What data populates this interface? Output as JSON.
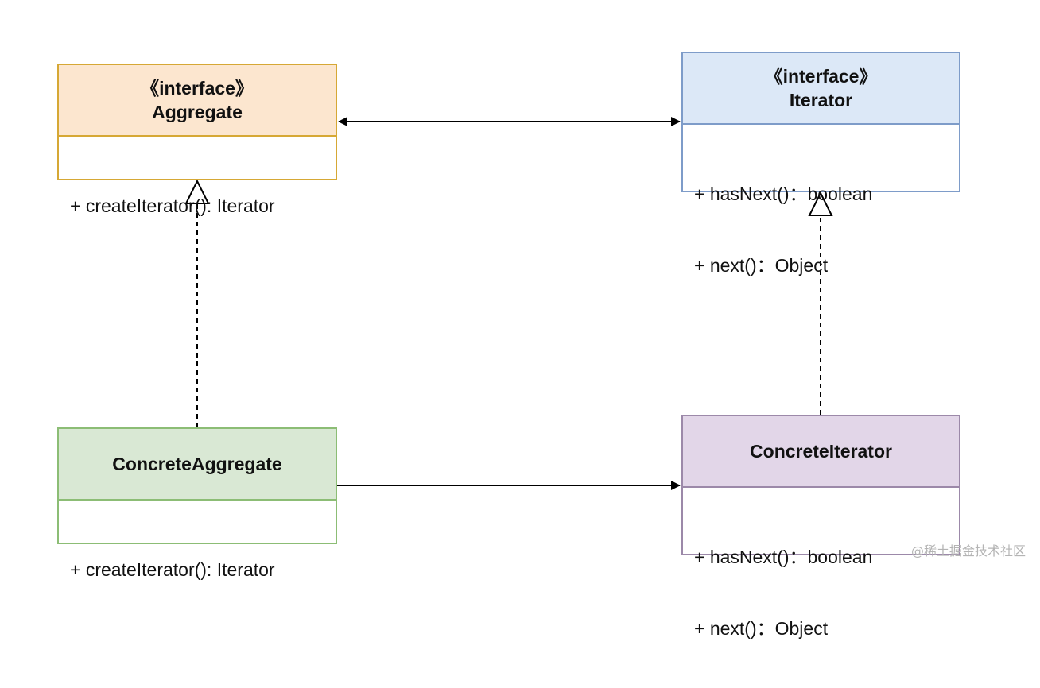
{
  "classes": {
    "aggregate": {
      "stereotype": "《interface》",
      "name": "Aggregate",
      "methods": [
        "+ createIterator(): Iterator"
      ]
    },
    "iterator": {
      "stereotype": "《interface》",
      "name": "Iterator",
      "methods": [
        "+ hasNext()：boolean",
        "+ next()：Object"
      ]
    },
    "concrete_aggregate": {
      "name": "ConcreteAggregate",
      "methods": [
        "+ createIterator(): Iterator"
      ]
    },
    "concrete_iterator": {
      "name": "ConcreteIterator",
      "methods": [
        "+ hasNext()：boolean",
        "+ next()：Object"
      ]
    }
  },
  "relationships": [
    {
      "from": "Aggregate",
      "to": "Iterator",
      "type": "bidirectional-association"
    },
    {
      "from": "ConcreteAggregate",
      "to": "Aggregate",
      "type": "realization"
    },
    {
      "from": "ConcreteIterator",
      "to": "Iterator",
      "type": "realization"
    },
    {
      "from": "ConcreteAggregate",
      "to": "ConcreteIterator",
      "type": "association"
    }
  ],
  "colors": {
    "aggregate_fill": "#fce6cf",
    "aggregate_border": "#d6a835",
    "iterator_fill": "#dce8f7",
    "iterator_border": "#7e9cc9",
    "concrete_aggregate_fill": "#d9e8d4",
    "concrete_aggregate_border": "#8cbd75",
    "concrete_iterator_fill": "#e2d6e8",
    "concrete_iterator_border": "#9c89a9"
  },
  "watermark": "@稀土掘金技术社区"
}
